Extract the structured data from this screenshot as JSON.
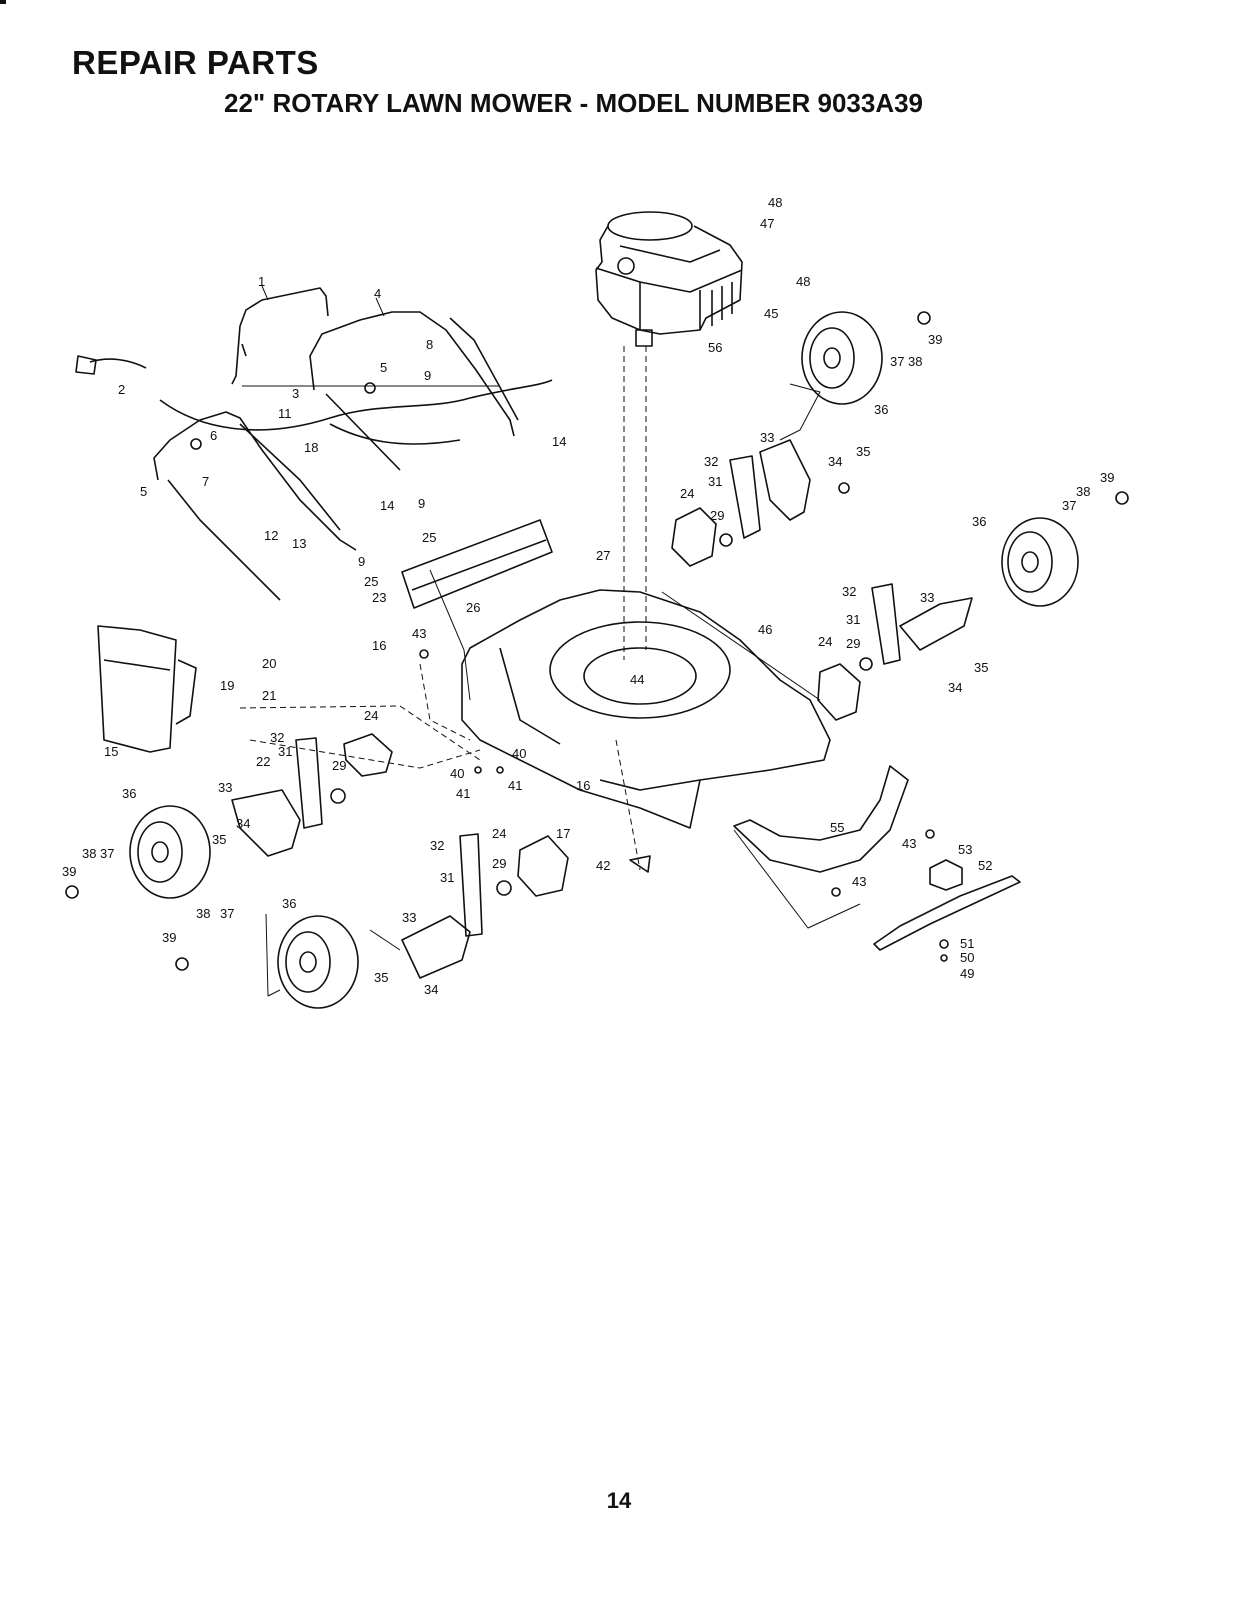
{
  "header": {
    "title": "REPAIR PARTS",
    "subtitle": "22\" ROTARY LAWN MOWER - MODEL NUMBER 9033A39"
  },
  "page": {
    "number": "14"
  },
  "callouts": [
    {
      "id": "c48a",
      "label": "48"
    },
    {
      "id": "c47",
      "label": "47"
    },
    {
      "id": "c48b",
      "label": "48"
    },
    {
      "id": "c45",
      "label": "45"
    },
    {
      "id": "c56",
      "label": "56"
    },
    {
      "id": "c39a",
      "label": "39"
    },
    {
      "id": "c37a",
      "label": "37"
    },
    {
      "id": "c38a",
      "label": "38"
    },
    {
      "id": "c36a",
      "label": "36"
    },
    {
      "id": "c1",
      "label": "1"
    },
    {
      "id": "c4",
      "label": "4"
    },
    {
      "id": "c2",
      "label": "2"
    },
    {
      "id": "c8",
      "label": "8"
    },
    {
      "id": "c5a",
      "label": "5"
    },
    {
      "id": "c9a",
      "label": "9"
    },
    {
      "id": "c3",
      "label": "3"
    },
    {
      "id": "c11",
      "label": "11"
    },
    {
      "id": "c18",
      "label": "18"
    },
    {
      "id": "c6",
      "label": "6"
    },
    {
      "id": "c7",
      "label": "7"
    },
    {
      "id": "c5b",
      "label": "5"
    },
    {
      "id": "c14a",
      "label": "14"
    },
    {
      "id": "c14b",
      "label": "14"
    },
    {
      "id": "c33a",
      "label": "33"
    },
    {
      "id": "c32a",
      "label": "32"
    },
    {
      "id": "c31a",
      "label": "31"
    },
    {
      "id": "c34a",
      "label": "34"
    },
    {
      "id": "c35a",
      "label": "35"
    },
    {
      "id": "c24a",
      "label": "24"
    },
    {
      "id": "c29a",
      "label": "29"
    },
    {
      "id": "c39b",
      "label": "39"
    },
    {
      "id": "c38b",
      "label": "38"
    },
    {
      "id": "c37b",
      "label": "37"
    },
    {
      "id": "c36b",
      "label": "36"
    },
    {
      "id": "c12",
      "label": "12"
    },
    {
      "id": "c13",
      "label": "13"
    },
    {
      "id": "c9b",
      "label": "9"
    },
    {
      "id": "c25a",
      "label": "25"
    },
    {
      "id": "c9c",
      "label": "9"
    },
    {
      "id": "c25b",
      "label": "25"
    },
    {
      "id": "c23",
      "label": "23"
    },
    {
      "id": "c27",
      "label": "27"
    },
    {
      "id": "c26",
      "label": "26"
    },
    {
      "id": "c43a",
      "label": "43"
    },
    {
      "id": "c16a",
      "label": "16"
    },
    {
      "id": "c46",
      "label": "46"
    },
    {
      "id": "c32b",
      "label": "32"
    },
    {
      "id": "c33b",
      "label": "33"
    },
    {
      "id": "c31b",
      "label": "31"
    },
    {
      "id": "c24b",
      "label": "24"
    },
    {
      "id": "c29b",
      "label": "29"
    },
    {
      "id": "c35b",
      "label": "35"
    },
    {
      "id": "c34b",
      "label": "34"
    },
    {
      "id": "c20",
      "label": "20"
    },
    {
      "id": "c19",
      "label": "19"
    },
    {
      "id": "c21",
      "label": "21"
    },
    {
      "id": "c44",
      "label": "44"
    },
    {
      "id": "c15",
      "label": "15"
    },
    {
      "id": "c24c",
      "label": "24"
    },
    {
      "id": "c32c",
      "label": "32"
    },
    {
      "id": "c22",
      "label": "22"
    },
    {
      "id": "c31c",
      "label": "31"
    },
    {
      "id": "c29c",
      "label": "29"
    },
    {
      "id": "c40a",
      "label": "40"
    },
    {
      "id": "c40b",
      "label": "40"
    },
    {
      "id": "c41a",
      "label": "41"
    },
    {
      "id": "c41b",
      "label": "41"
    },
    {
      "id": "c36c",
      "label": "36"
    },
    {
      "id": "c33c",
      "label": "33"
    },
    {
      "id": "c34c",
      "label": "34"
    },
    {
      "id": "c35c",
      "label": "35"
    },
    {
      "id": "c16b",
      "label": "16"
    },
    {
      "id": "c17",
      "label": "17"
    },
    {
      "id": "c55",
      "label": "55"
    },
    {
      "id": "c43b",
      "label": "43"
    },
    {
      "id": "c53",
      "label": "53"
    },
    {
      "id": "c52",
      "label": "52"
    },
    {
      "id": "c39c",
      "label": "39"
    },
    {
      "id": "c38c",
      "label": "38"
    },
    {
      "id": "c37c",
      "label": "37"
    },
    {
      "id": "c24d",
      "label": "24"
    },
    {
      "id": "c32d",
      "label": "32"
    },
    {
      "id": "c29d",
      "label": "29"
    },
    {
      "id": "c31d",
      "label": "31"
    },
    {
      "id": "c42",
      "label": "42"
    },
    {
      "id": "c43c",
      "label": "43"
    },
    {
      "id": "c39d",
      "label": "39"
    },
    {
      "id": "c38d",
      "label": "38"
    },
    {
      "id": "c37d",
      "label": "37"
    },
    {
      "id": "c36d",
      "label": "36"
    },
    {
      "id": "c33d",
      "label": "33"
    },
    {
      "id": "c35d",
      "label": "35"
    },
    {
      "id": "c34d",
      "label": "34"
    },
    {
      "id": "c51",
      "label": "51"
    },
    {
      "id": "c50",
      "label": "50"
    },
    {
      "id": "c49",
      "label": "49"
    }
  ]
}
